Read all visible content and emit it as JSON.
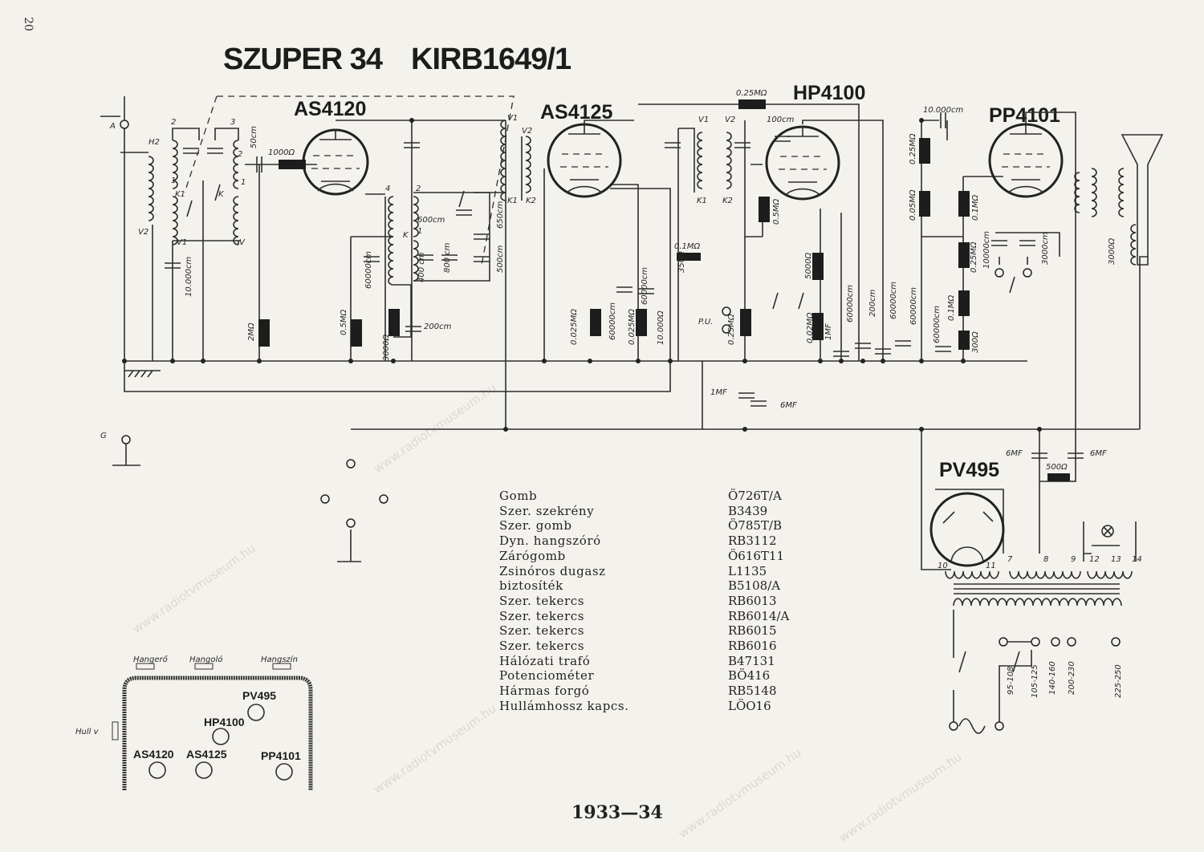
{
  "page_number": "20",
  "header": {
    "model": "SZUPER 34",
    "code": "KIRB1649/1"
  },
  "watermark": "www.radiotvmuseum.hu",
  "tubes": {
    "t1": "AS4120",
    "t2": "AS4125",
    "t3": "HP4100",
    "t4": "PP4101",
    "t5": "PV495"
  },
  "labels": {
    "antenna": "A",
    "ground_g": "G",
    "h2": "H2",
    "v2": "V2",
    "n2a": "2",
    "n1a": "1",
    "k1": "K1",
    "v1a": "V1",
    "n3": "3",
    "n2b": "2",
    "n1b": "1",
    "k": "K",
    "v": "V",
    "c50": "50cm",
    "r1000": "1000Ω",
    "c10000": "10.000cm",
    "r2m": "2MΩ",
    "n4": "4",
    "n2c": "2",
    "n1c": "1",
    "kc": "K",
    "c600": "600cm",
    "c400": "400 cm",
    "c800": "800 cm",
    "c650": "650cm",
    "c500": "500cm",
    "r05m": "0.5MΩ",
    "c60000a": "60000cm",
    "r3000": "3000Ω",
    "c200": "200cm",
    "v1b": "V1",
    "k1b": "K1",
    "v2b": "V2",
    "k2b": "K2",
    "r0025a": "0.025MΩ",
    "c60000b": "60000cm",
    "r0025b": "0.025MΩ",
    "c60000c": "60000cm",
    "r10000": "10.000Ω",
    "r350": "350Ω",
    "r01m": "0.1MΩ",
    "v1c": "V1",
    "v2c": "V2",
    "k1c": "K1",
    "k2c": "K2",
    "r025top": "0.25MΩ",
    "c100": "100cm",
    "r05mb": "0.5MΩ",
    "pu": "P.U.",
    "r025pu": "0.25MΩ",
    "r5000": "5000Ω",
    "r002": "0.02MΩ",
    "c1mf": "1MF",
    "c60000d": "60000cm",
    "c200b": "200cm",
    "c60000e": "60000cm",
    "c1mfb": "1MF",
    "c6mf": "6MF",
    "c10000b": "10.000cm",
    "r025c": "0.25MΩ",
    "r005": "0.05MΩ",
    "r01a": "0.1MΩ",
    "r025d": "0.25MΩ",
    "c10000c": "10000cm",
    "c3000": "3000cm",
    "c60000f": "60000cm",
    "c60000g": "60000cm",
    "r01b": "0.1MΩ",
    "r300": "300Ω",
    "r3000b": "3000Ω",
    "c6mf1": "6MF",
    "c6mf2": "6MF",
    "r500": "500Ω",
    "p10": "10",
    "p11": "11",
    "p7": "7",
    "p8": "8",
    "p9": "9",
    "p12": "12",
    "p13": "13",
    "p14": "14",
    "volt1": "95-108",
    "volt2": "105-125",
    "volt3": "140-160",
    "volt4": "200-230",
    "volt5": "225-250"
  },
  "parts_list": [
    {
      "name": "Gomb",
      "code": "Ö726T/A"
    },
    {
      "name": "Szer. szekrény",
      "code": "B3439"
    },
    {
      "name": "Szer. gomb",
      "code": "Ö785T/B"
    },
    {
      "name": "Dyn. hangszóró",
      "code": "RB3112"
    },
    {
      "name": "Zárógomb",
      "code": "Ö616T11"
    },
    {
      "name": "Zsinóros dugasz",
      "code": "L1135"
    },
    {
      "name": "biztosíték",
      "code": "B5108/A"
    },
    {
      "name": "Szer. tekercs",
      "code": "RB6013"
    },
    {
      "name": "Szer. tekercs",
      "code": "RB6014/A"
    },
    {
      "name": "Szer. tekercs",
      "code": "RB6015"
    },
    {
      "name": "Szer. tekercs",
      "code": "RB6016"
    },
    {
      "name": "Hálózati trafó",
      "code": "B47131"
    },
    {
      "name": "Potenciométer",
      "code": "BÖ416"
    },
    {
      "name": "Hármas forgó",
      "code": "RB5148"
    },
    {
      "name": "Hullámhossz kapcs.",
      "code": "LÖO16"
    }
  ],
  "chassis": {
    "knob_volume": "Hangerő",
    "knob_tuning": "Hangoló",
    "knob_tone": "Hangszín",
    "knob_wave": "Hull v",
    "tube_pv495": "PV495",
    "tube_hp4100": "HP4100",
    "tube_as4120": "AS4120",
    "tube_as4125": "AS4125",
    "tube_pp4101": "PP4101"
  },
  "footer": "1933—34"
}
